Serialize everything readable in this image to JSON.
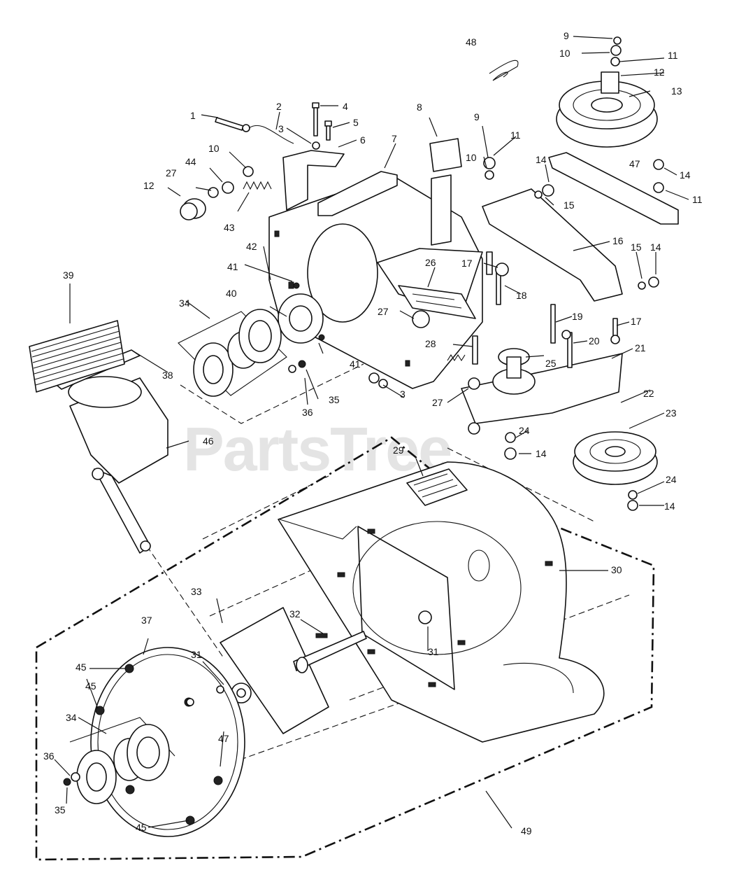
{
  "watermark": "PartsTree",
  "callouts": {
    "c1": "1",
    "c2": "2",
    "c3a": "3",
    "c3b": "3",
    "c4": "4",
    "c5": "5",
    "c6": "6",
    "c7": "7",
    "c8": "8",
    "c9a": "9",
    "c9b": "9",
    "c10a": "10",
    "c10b": "10",
    "c10c": "10",
    "c11a": "11",
    "c11b": "11",
    "c11c": "11",
    "c12a": "12",
    "c12b": "12",
    "c13": "13",
    "c14a": "14",
    "c14b": "14",
    "c14c": "14",
    "c14d": "14",
    "c14e": "14",
    "c15a": "15",
    "c15b": "15",
    "c16": "16",
    "c17a": "17",
    "c17b": "17",
    "c18": "18",
    "c19": "19",
    "c20": "20",
    "c21": "21",
    "c22": "22",
    "c23": "23",
    "c24a": "24",
    "c24b": "24",
    "c25": "25",
    "c26": "26",
    "c27a": "27",
    "c27b": "27",
    "c27c": "27",
    "c28": "28",
    "c29": "29",
    "c30": "30",
    "c31a": "31",
    "c31b": "31",
    "c32": "32",
    "c33": "33",
    "c34a": "34",
    "c34b": "34",
    "c35a": "35",
    "c35b": "35",
    "c36a": "36",
    "c36b": "36",
    "c37": "37",
    "c38": "38",
    "c39": "39",
    "c40": "40",
    "c41a": "41",
    "c41b": "41",
    "c42": "42",
    "c43": "43",
    "c44": "44",
    "c45a": "45",
    "c45b": "45",
    "c45c": "45",
    "c46": "46",
    "c47a": "47",
    "c47b": "47",
    "c48": "48",
    "c49": "49"
  }
}
